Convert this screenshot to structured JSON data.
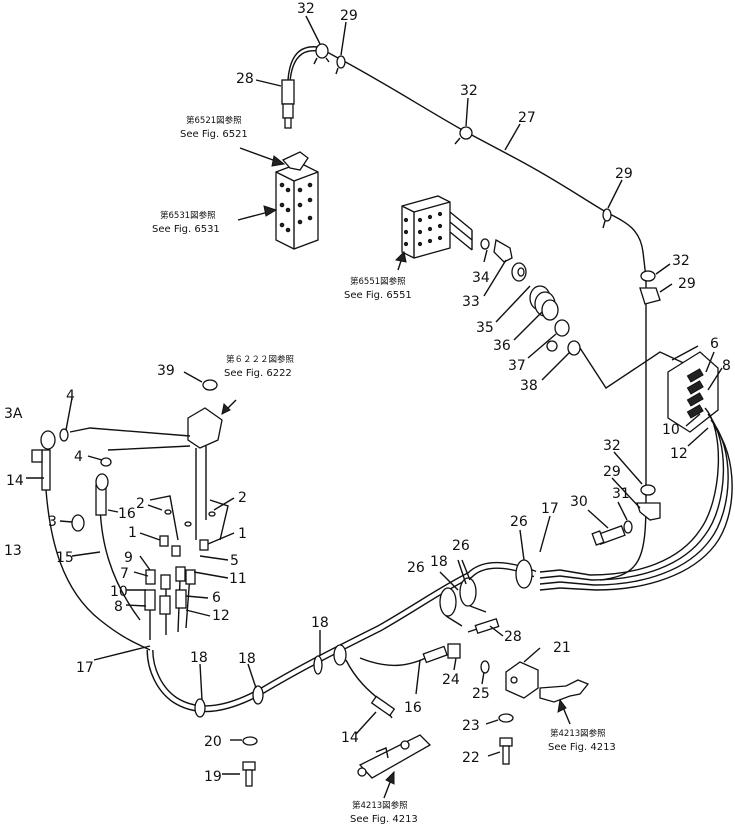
{
  "refs": {
    "fig6521": {
      "jp": "第6521図参照",
      "en": "See Fig. 6521"
    },
    "fig6531": {
      "jp": "第6531図参照",
      "en": "See Fig. 6531"
    },
    "fig6551": {
      "jp": "第6551図参照",
      "en": "See Fig. 6551"
    },
    "fig6222": {
      "jp": "第６２２２図参照",
      "en": "See Fig. 6222"
    },
    "fig4213a": {
      "jp": "第4213図参照",
      "en": "See Fig. 4213"
    },
    "fig4213b": {
      "jp": "第4213図参照",
      "en": "See Fig. 4213"
    }
  },
  "callouts": {
    "c32a": "32",
    "c29a": "29",
    "c28a": "28",
    "c32b": "32",
    "c27": "27",
    "c29b": "29",
    "c32c": "32",
    "c29c": "29",
    "c34": "34",
    "c33": "33",
    "c35": "35",
    "c36": "36",
    "c37": "37",
    "c38": "38",
    "c6a": "6",
    "c8a": "8",
    "c10a": "10",
    "c12a": "12",
    "c39": "39",
    "c3A": "3A",
    "c4a": "4",
    "c4b": "4",
    "c14a": "14",
    "c3": "3",
    "c16a": "16",
    "c2a": "2",
    "c2b": "2",
    "c1a": "1",
    "c1b": "1",
    "c13": "13",
    "c15": "15",
    "c9": "9",
    "c5": "5",
    "c7": "7",
    "c11": "11",
    "c10b": "10",
    "c6b": "6",
    "c8b": "8",
    "c12b": "12",
    "c17a": "17",
    "c32d": "32",
    "c29d": "29",
    "c30": "30",
    "c31": "31",
    "c26a": "26",
    "c17b": "17",
    "c18a": "18",
    "c26b": "26",
    "c26c": "26",
    "c18b": "18",
    "c28b": "28",
    "c21": "21",
    "c18c": "18",
    "c18d": "18",
    "c24": "24",
    "c25": "25",
    "c16b": "16",
    "c14b": "14",
    "c20": "20",
    "c19": "19",
    "c23": "23",
    "c22": "22"
  }
}
